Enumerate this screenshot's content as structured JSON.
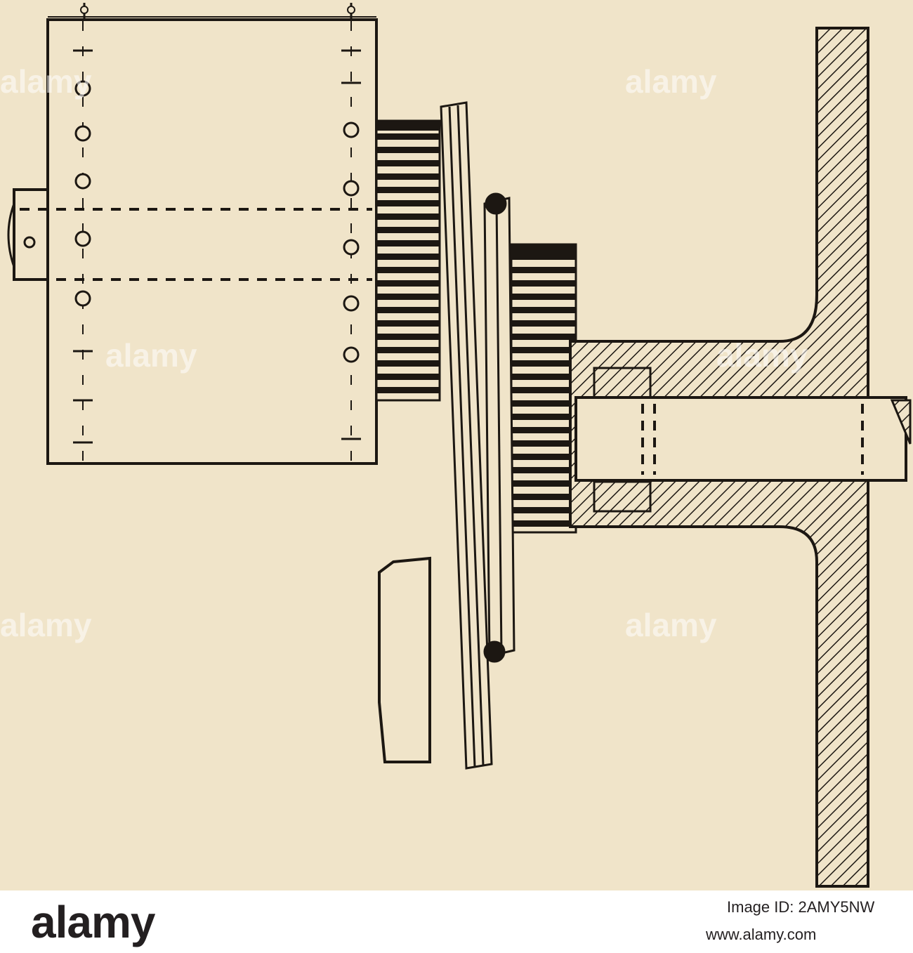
{
  "colors": {
    "paper": "#f0e4c9",
    "ink": "#1c1712",
    "footer_bg": "#ffffff",
    "footer_text": "#231f20"
  },
  "watermark": {
    "text": "alamy"
  },
  "footer": {
    "brand": "alamy",
    "image_id": "Image ID: 2AMY5NW",
    "url": "www.alamy.com"
  }
}
